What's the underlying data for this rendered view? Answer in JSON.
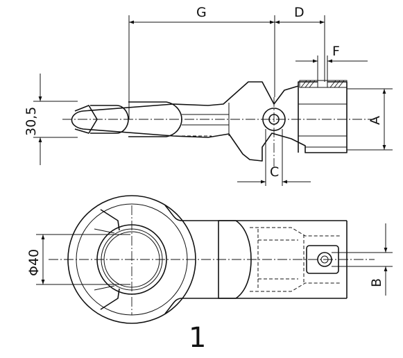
{
  "drawing": {
    "dimensions": {
      "g": "G",
      "d": "D",
      "f": "F",
      "a": "A",
      "c": "C",
      "b": "B",
      "width_30_5": "30,5",
      "diameter_40": "Φ40"
    },
    "part_number": "1"
  }
}
